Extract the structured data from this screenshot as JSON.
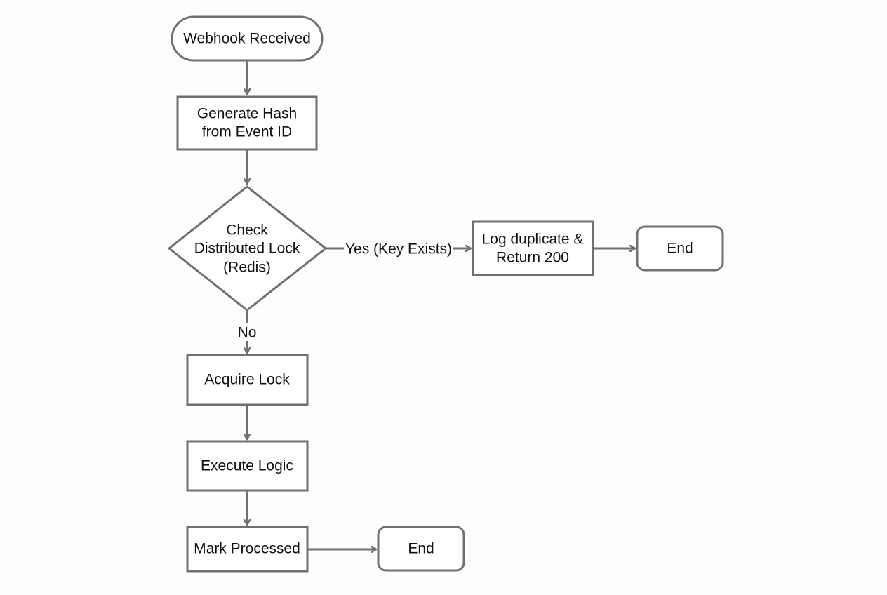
{
  "colors": {
    "stroke": "#707070",
    "fill": "#ffffff",
    "text": "#111111",
    "background": "#fdfdfd"
  },
  "nodes": {
    "start": {
      "shape": "terminal",
      "lines": [
        "Webhook Received"
      ]
    },
    "hash": {
      "shape": "process",
      "lines": [
        "Generate Hash",
        "from Event ID"
      ]
    },
    "check": {
      "shape": "decision",
      "lines": [
        "Check",
        "Distributed Lock",
        "(Redis)"
      ]
    },
    "log": {
      "shape": "process",
      "lines": [
        "Log duplicate &",
        "Return 200"
      ]
    },
    "end_dup": {
      "shape": "terminal",
      "lines": [
        "End"
      ]
    },
    "acquire": {
      "shape": "process",
      "lines": [
        "Acquire Lock"
      ]
    },
    "execute": {
      "shape": "process",
      "lines": [
        "Execute Logic"
      ]
    },
    "mark": {
      "shape": "process",
      "lines": [
        "Mark Processed"
      ]
    },
    "end_main": {
      "shape": "terminal",
      "lines": [
        "End"
      ]
    }
  },
  "edges": {
    "start_to_hash": {
      "from": "start",
      "to": "hash",
      "label": ""
    },
    "hash_to_check": {
      "from": "hash",
      "to": "check",
      "label": ""
    },
    "check_to_log": {
      "from": "check",
      "to": "log",
      "label": "Yes (Key Exists)"
    },
    "log_to_end": {
      "from": "log",
      "to": "end_dup",
      "label": ""
    },
    "check_to_acquire": {
      "from": "check",
      "to": "acquire",
      "label": "No"
    },
    "acquire_to_execute": {
      "from": "acquire",
      "to": "execute",
      "label": ""
    },
    "execute_to_mark": {
      "from": "execute",
      "to": "mark",
      "label": ""
    },
    "mark_to_end": {
      "from": "mark",
      "to": "end_main",
      "label": ""
    }
  }
}
